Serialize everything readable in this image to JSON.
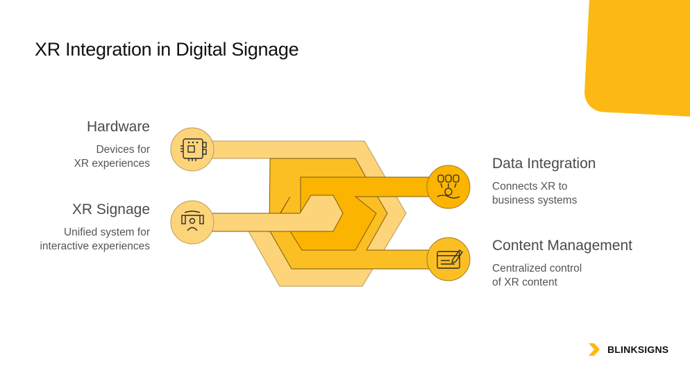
{
  "title": "XR Integration in Digital Signage",
  "colors": {
    "accent": "#FDB913",
    "light_band": "#FDD47A",
    "medium_band": "#FBBF24",
    "dark_band": "#FBB400",
    "outline": "#8a6d2a"
  },
  "items": [
    {
      "heading": "Hardware",
      "description_line1": "Devices for",
      "description_line2": "XR experiences",
      "icon": "circuit-board-icon",
      "side": "left"
    },
    {
      "heading": "XR Signage",
      "description_line1": "Unified system for",
      "description_line2": "interactive experiences",
      "icon": "immersive-viewer-icon",
      "side": "left"
    },
    {
      "heading": "Data Integration",
      "description_line1": "Connects XR to",
      "description_line2": "business systems",
      "icon": "database-merge-icon",
      "side": "right"
    },
    {
      "heading": "Content Management",
      "description_line1": "Centralized control",
      "description_line2": "of XR content",
      "icon": "edit-content-icon",
      "side": "right"
    }
  ],
  "brand": {
    "name": "BLINKSIGNS",
    "icon": "chevron-right-logo-icon"
  }
}
